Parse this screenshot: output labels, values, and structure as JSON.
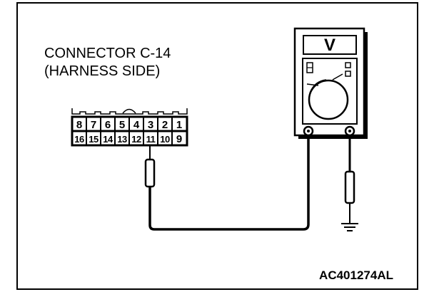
{
  "connector": {
    "title": "CONNECTOR C-14",
    "subtitle": "(HARNESS SIDE)",
    "pins_top": [
      "8",
      "7",
      "6",
      "5",
      "4",
      "3",
      "2",
      "1"
    ],
    "pins_bottom": [
      "16",
      "15",
      "14",
      "13",
      "12",
      "11",
      "10",
      "9"
    ]
  },
  "meter": {
    "display": "V"
  },
  "figure_id": "AC401274AL",
  "icons": [
    "voltmeter-icon",
    "ground-symbol-icon",
    "probe-icon"
  ],
  "colors": {
    "line": "#000000",
    "background": "#ffffff"
  }
}
